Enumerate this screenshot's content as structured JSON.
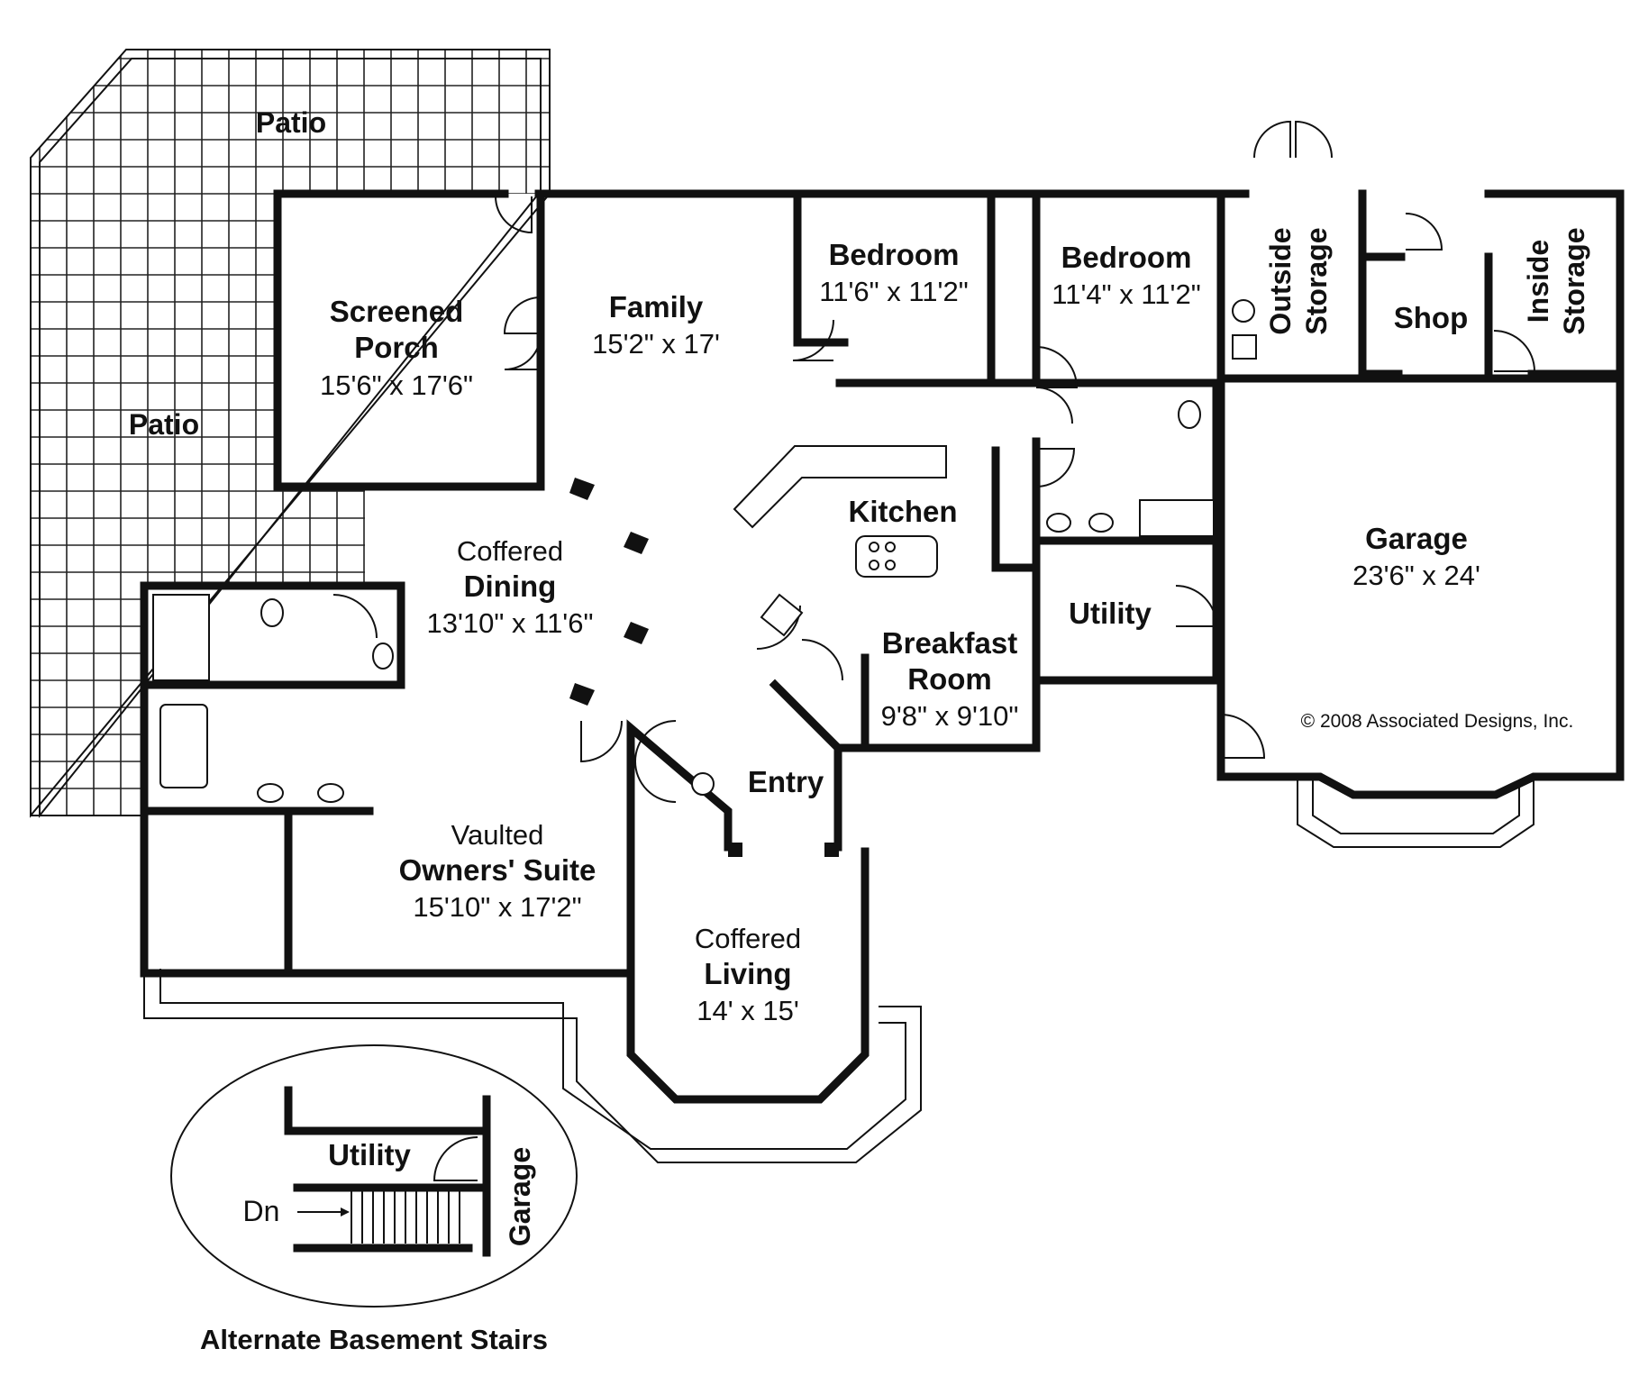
{
  "rooms": {
    "patio_top": {
      "name": "Patio"
    },
    "patio_left": {
      "name": "Patio"
    },
    "screened_porch": {
      "name_line1": "Screened",
      "name_line2": "Porch",
      "dims": "15'6\" x 17'6\""
    },
    "family": {
      "name": "Family",
      "dims": "15'2\" x 17'"
    },
    "bedroom_1": {
      "name": "Bedroom",
      "dims": "11'6\" x 11'2\""
    },
    "bedroom_2": {
      "name": "Bedroom",
      "dims": "11'4\" x 11'2\""
    },
    "outside_storage": {
      "name_line1": "Outside",
      "name_line2": "Storage"
    },
    "shop": {
      "name": "Shop"
    },
    "inside_storage": {
      "name_line1": "Inside",
      "name_line2": "Storage"
    },
    "kitchen": {
      "name": "Kitchen"
    },
    "garage": {
      "name": "Garage",
      "dims": "23'6\" x 24'"
    },
    "coffered_dining": {
      "prefix": "Coffered",
      "name": "Dining",
      "dims": "13'10\" x 11'6\""
    },
    "utility": {
      "name": "Utility"
    },
    "breakfast_room": {
      "name_line1": "Breakfast",
      "name_line2": "Room",
      "dims": "9'8\" x 9'10\""
    },
    "entry": {
      "name": "Entry"
    },
    "owners_suite": {
      "prefix": "Vaulted",
      "name": "Owners' Suite",
      "dims": "15'10\" x 17'2\""
    },
    "coffered_living": {
      "prefix": "Coffered",
      "name": "Living",
      "dims": "14' x 15'"
    }
  },
  "inset": {
    "utility": "Utility",
    "garage": "Garage",
    "stair_dn": "Dn",
    "caption": "Alternate Basement Stairs"
  },
  "copyright": "© 2008 Associated Designs, Inc."
}
